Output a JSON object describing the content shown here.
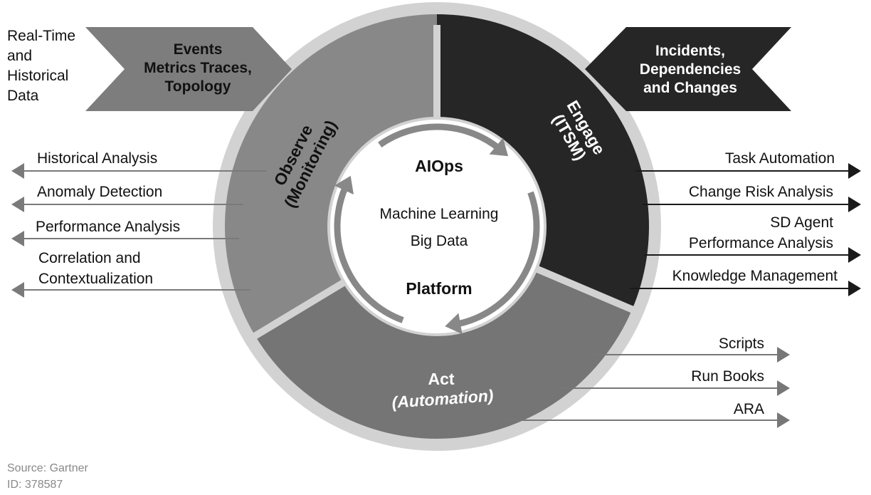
{
  "colors": {
    "outer_ring": "#d2d2d2",
    "observe": "#888888",
    "engage": "#262626",
    "act": "#757575",
    "observe_chevron": "#7d7d7d",
    "engage_chevron": "#262626",
    "inner_arrows": "#888888",
    "left_arrows": "#7a7a7a",
    "right_arrows": "#1a1a1a",
    "act_arrows": "#777777",
    "caption": "#888888"
  },
  "input": {
    "source_lines": [
      "Real-Time",
      "and",
      "Historical",
      "Data"
    ],
    "observe_chevron_lines": [
      "Events",
      "Metrics Traces,",
      "Topology"
    ],
    "engage_chevron_lines": [
      "Incidents,",
      "Dependencies",
      "and Changes"
    ]
  },
  "segments": {
    "observe": {
      "title": "Observe",
      "subtitle": "(Monitoring)"
    },
    "engage": {
      "title": "Engage",
      "subtitle": "(ITSM)"
    },
    "act": {
      "title": "Act",
      "subtitle": "(Automation)"
    }
  },
  "center": {
    "title": "AIOps",
    "lines": [
      "Machine Learning",
      "Big Data"
    ],
    "footer": "Platform"
  },
  "observe_outputs": [
    [
      "Historical Analysis"
    ],
    [
      "Anomaly Detection"
    ],
    [
      "Performance Analysis"
    ],
    [
      "Correlation and",
      "Contextualization"
    ]
  ],
  "engage_outputs": [
    [
      "Task Automation"
    ],
    [
      "Change Risk Analysis"
    ],
    [
      "SD Agent",
      "Performance Analysis"
    ],
    [
      "Knowledge Management"
    ]
  ],
  "act_outputs": [
    "Scripts",
    "Run Books",
    "ARA"
  ],
  "caption": {
    "source": "Source: Gartner",
    "id": "ID: 378587"
  }
}
